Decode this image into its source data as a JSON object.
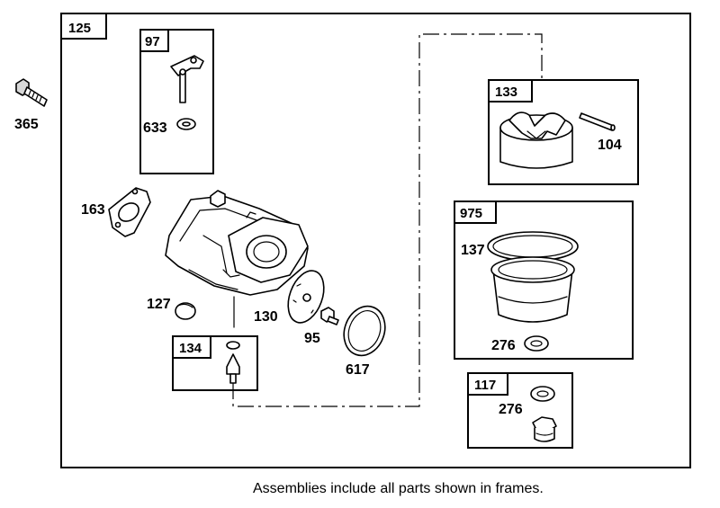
{
  "frames": {
    "main": "125",
    "f97": "97",
    "f133": "133",
    "f975": "975",
    "f134": "134",
    "f117": "117"
  },
  "parts": {
    "p365": "365",
    "p633": "633",
    "p163": "163",
    "p127": "127",
    "p130": "130",
    "p95": "95",
    "p617": "617",
    "p104": "104",
    "p137": "137",
    "p276a": "276",
    "p276b": "276"
  },
  "caption": "Assemblies include all parts shown in frames."
}
